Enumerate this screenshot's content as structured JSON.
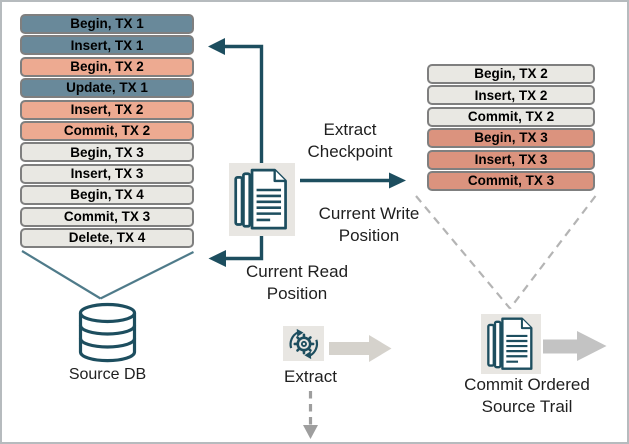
{
  "palette": {
    "tx1-color": "#69899a",
    "tx2-color": "#edaa91",
    "tx3-color": "#db937e",
    "row-gray": "#e9e8e3",
    "row-border": "#7f7f7f",
    "teal": "#1d4e5f",
    "funnel": "#4f7b8a",
    "dash": "#b4b4b4",
    "dash-arrow": "#9e9e9e",
    "block-light": "#d5d2cc",
    "block-dark": "#c3c3c3",
    "label": "#1f1f1f",
    "iconbg": "#e8e6e2",
    "frame": "#b6bbbe"
  },
  "left_stack": {
    "rows": [
      {
        "label": "Begin, TX 1",
        "tx": "tx1"
      },
      {
        "label": "Insert, TX 1",
        "tx": "tx1"
      },
      {
        "label": "Begin, TX 2",
        "tx": "tx2"
      },
      {
        "label": "Update, TX 1",
        "tx": "tx1"
      },
      {
        "label": "Insert, TX 2",
        "tx": "tx2"
      },
      {
        "label": "Commit, TX 2",
        "tx": "tx2"
      },
      {
        "label": "Begin, TX 3",
        "tx": "plain"
      },
      {
        "label": "Insert, TX 3",
        "tx": "plain"
      },
      {
        "label": "Begin, TX 4",
        "tx": "plain"
      },
      {
        "label": "Commit, TX 3",
        "tx": "plain"
      },
      {
        "label": "Delete, TX 4",
        "tx": "plain"
      }
    ]
  },
  "right_stack": {
    "rows": [
      {
        "label": "Begin, TX 2",
        "tx": "plain"
      },
      {
        "label": "Insert, TX 2",
        "tx": "plain"
      },
      {
        "label": "Commit, TX 2",
        "tx": "plain"
      },
      {
        "label": "Begin, TX 3",
        "tx": "tx3"
      },
      {
        "label": "Insert, TX 3",
        "tx": "tx3"
      },
      {
        "label": "Commit, TX 3",
        "tx": "tx3"
      }
    ]
  },
  "labels": {
    "extract_checkpoint": "Extract Checkpoint",
    "current_write_position": "Current Write Position",
    "current_read_position": "Current Read Position",
    "source_db": "Source DB",
    "extract": "Extract",
    "commit_ordered_source_trail": "Commit Ordered Source Trail"
  },
  "icons": {
    "checkpoint_file": "document-stack-icon",
    "source_db": "database-cylinder-icon",
    "extract_process": "gear-sync-icon",
    "source_trail": "document-stack-icon"
  }
}
